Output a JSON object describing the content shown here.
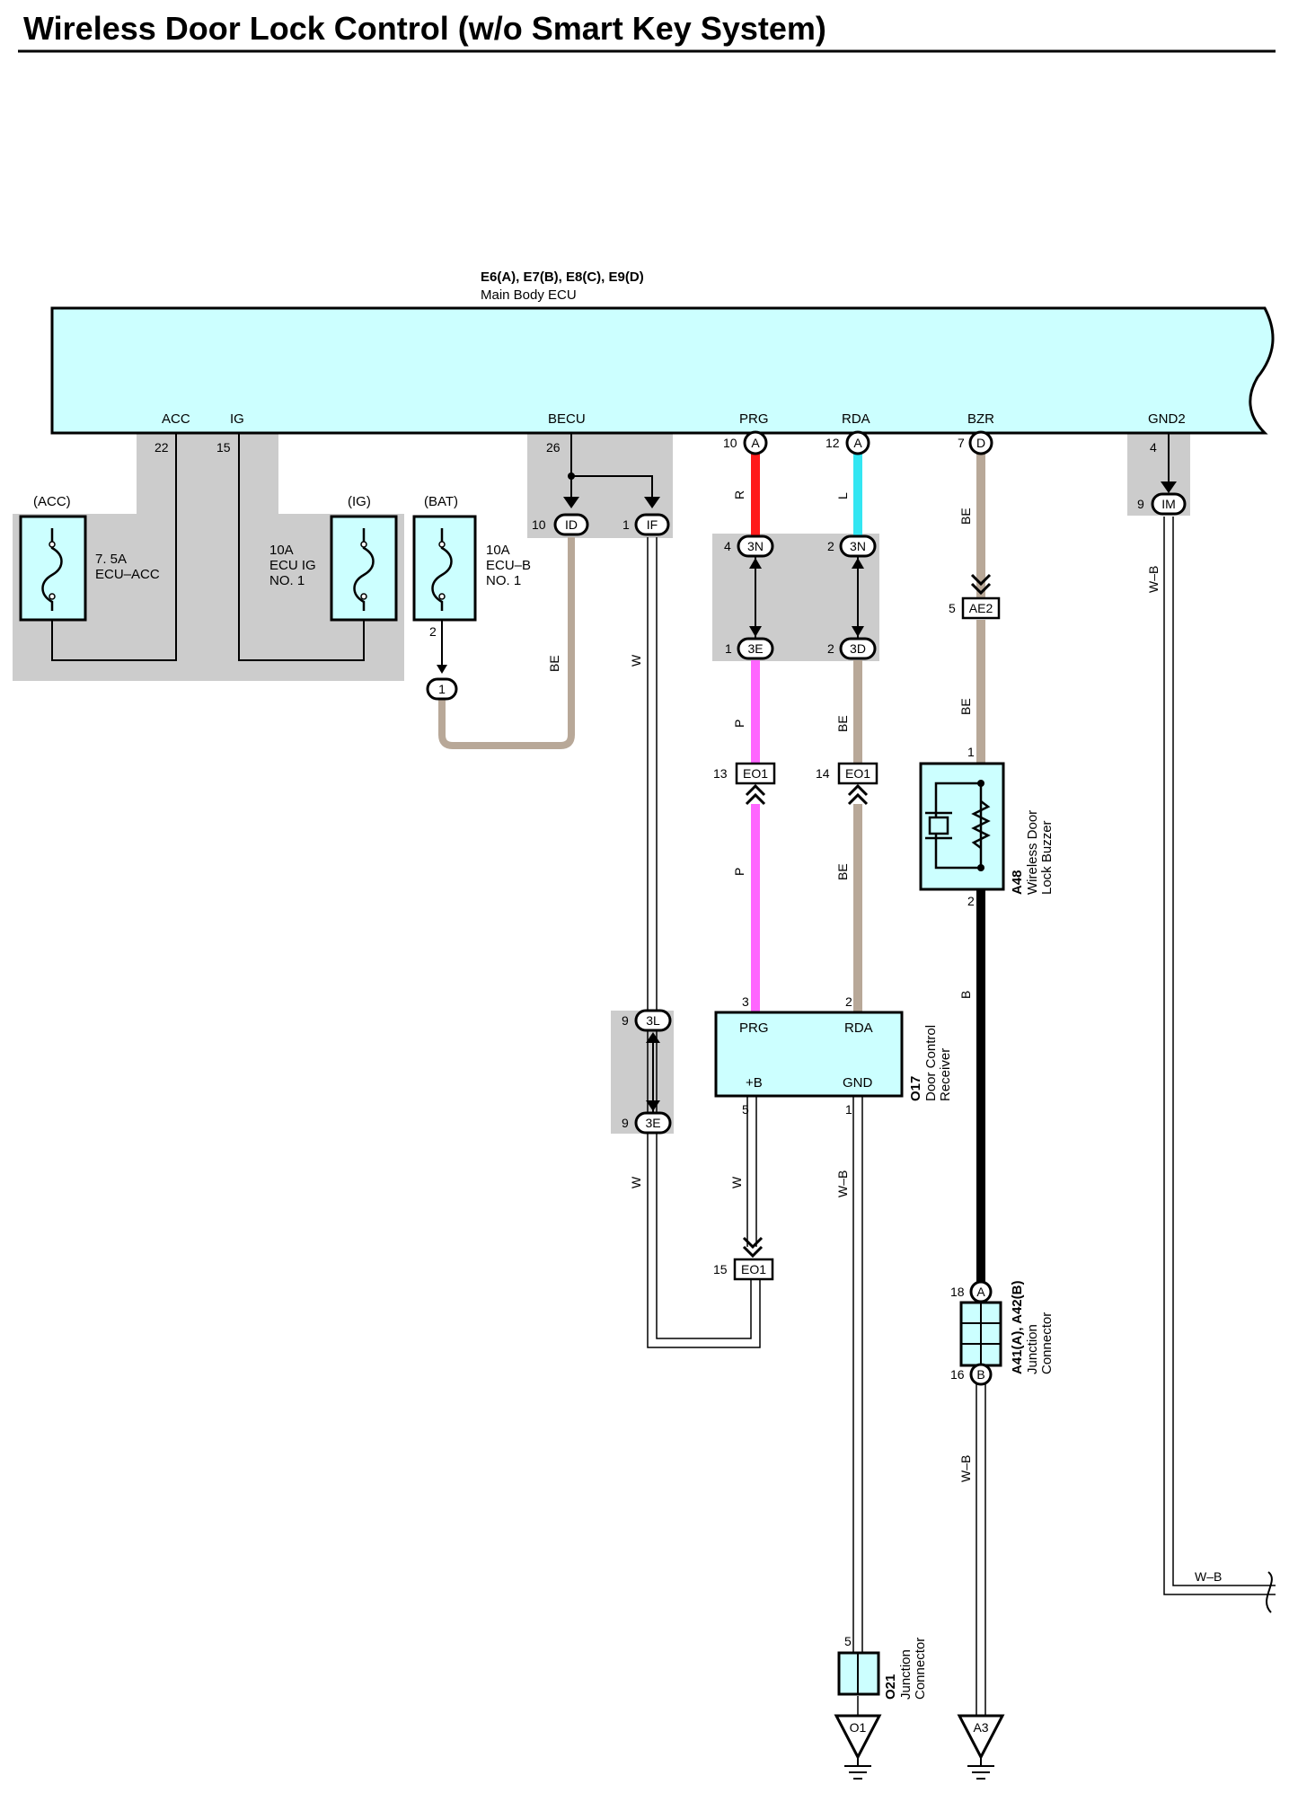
{
  "title": "Wireless Door Lock Control (w/o Smart Key System)",
  "ecu": {
    "ref": "E6(A), E7(B), E8(C), E9(D)",
    "name": "Main Body ECU",
    "pins": {
      "acc": "ACC",
      "ig": "IG",
      "becu": "BECU",
      "prg": "PRG",
      "rda": "RDA",
      "bzr": "BZR",
      "gnd2": "GND2"
    },
    "pin_numbers": {
      "acc": "22",
      "ig": "15",
      "becu": "26",
      "prg": "10",
      "rda": "12",
      "bzr": "7",
      "gnd2": "4"
    },
    "pin_letters": {
      "prg": "A",
      "rda": "A",
      "bzr": "D"
    }
  },
  "fuses": {
    "acc": {
      "tag": "(ACC)",
      "line1": "7. 5A",
      "line2": "ECU–ACC"
    },
    "ig": {
      "tag": "(IG)",
      "line1": "10A",
      "line2": "ECU IG",
      "line3": "NO. 1"
    },
    "bat": {
      "tag": "(BAT)",
      "line1": "10A",
      "line2": "ECU–B",
      "line3": "NO. 1",
      "pin": "2",
      "junction": "1"
    }
  },
  "connectors": {
    "id": {
      "pin": "10",
      "code": "ID"
    },
    "if": {
      "pin": "1",
      "code": "IF"
    },
    "im": {
      "pin": "9",
      "code": "IM"
    },
    "n3_prg": {
      "pin": "4",
      "code": "3N"
    },
    "n3_rda": {
      "pin": "2",
      "code": "3N"
    },
    "e3_prg": {
      "pin": "1",
      "code": "3E"
    },
    "d3_rda": {
      "pin": "2",
      "code": "3D"
    },
    "ae2": {
      "pin": "5",
      "code": "AE2"
    },
    "eo1_prg": {
      "pin": "13",
      "code": "EO1"
    },
    "eo1_rda": {
      "pin": "14",
      "code": "EO1"
    },
    "eo1_b": {
      "pin": "15",
      "code": "EO1"
    },
    "l3": {
      "pin": "9",
      "code": "3L"
    },
    "e3_w": {
      "pin": "9",
      "code": "3E"
    },
    "jc_a": {
      "pin": "18",
      "code": "A"
    },
    "jc_b": {
      "pin": "16",
      "code": "B"
    }
  },
  "wires": {
    "prg_top": "R",
    "rda_top": "L",
    "bzr_top": "BE",
    "gnd2": "W–B",
    "becu": "BE",
    "if_w": "W",
    "prg_mid": "P",
    "rda_mid": "BE",
    "bzr_mid": "BE",
    "prg_low": "P",
    "rda_low": "BE",
    "buzzer_b": "B",
    "w_lower": "W",
    "b_w": "W",
    "gnd_w": "W–B",
    "jc_wb": "W–B",
    "gnd2_out": "W–B"
  },
  "buzzer": {
    "ref": "A48",
    "name1": "Wireless Door",
    "name2": "Lock Buzzer",
    "pin1": "1",
    "pin2": "2"
  },
  "receiver": {
    "ref": "O17",
    "name1": "Door Control",
    "name2": "Receiver",
    "prg": "PRG",
    "rda": "RDA",
    "b": "+B",
    "gnd": "GND",
    "pin_prg": "3",
    "pin_rda": "2",
    "pin_b": "5",
    "pin_gnd": "1"
  },
  "junction_conn": {
    "ref": "A41(A), A42(B)",
    "name1": "Junction",
    "name2": "Connector"
  },
  "o21": {
    "ref": "O21",
    "name1": "Junction",
    "name2": "Connector",
    "pin": "5"
  },
  "grounds": {
    "o1": "O1",
    "a3": "A3"
  },
  "colors": {
    "ecu_fill": "#ccffff",
    "shade": "#cccccc",
    "wire_red": "#ff1a1a",
    "wire_blue": "#33e6f2",
    "wire_pink": "#ff66ff",
    "wire_beige": "#b8a898",
    "wire_black": "#000000"
  }
}
